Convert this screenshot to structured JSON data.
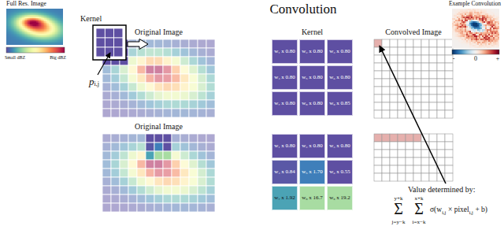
{
  "diagram": {
    "title": "Convolution",
    "nodes": [
      {
        "text": [
          "Original Image"
        ]
      },
      {
        "text": [
          "Kernel"
        ]
      },
      {
        "text": [
          "w₁ x 0.80"
        ],
        "in": 1
      },
      {
        "text": [
          "w₂ x 0.80"
        ],
        "in": 1
      },
      {
        "text": [
          "w₃ x 0.80"
        ],
        "in": 1
      },
      {
        "text": [
          "w₄ x 0.80"
        ],
        "in": 1
      },
      {
        "text": [
          "w₅ x 0.80"
        ],
        "in": 1
      },
      {
        "text": [
          "w₆ x 0.80"
        ],
        "in": 1
      },
      {
        "text": [
          "w₇ x 0.80"
        ],
        "in": 1
      },
      {
        "text": [
          "w₈ x 0.80"
        ],
        "in": 1
      },
      {
        "text": [
          "w₉ x 0.85"
        ],
        "in": 1
      },
      {
        "text": [
          "Convolved Image"
        ]
      },
      {
        "text": [
          "Original Image"
        ]
      },
      {
        "text": [
          "w₁ x 0.80"
        ]
      },
      {
        "text": [
          "w₂ x 0.80"
        ]
      },
      {
        "text": [
          "w₃ x 0.80"
        ]
      },
      {
        "text": [
          "w₄ x 0.84"
        ]
      },
      {
        "text": [
          "w₅ x 1.70"
        ]
      },
      {
        "text": [
          "w₆ x 0.55"
        ]
      },
      {
        "text": [
          "w₇ x 1.92"
        ]
      },
      {
        "text": [
          "w₈ x 16.7"
        ]
      },
      {
        "text": [
          "w₉ x 19.2"
        ]
      }
    ],
    "labels": [
      "Full Res. Image",
      "Small dBZ",
      "Big dBZ",
      "Kernel",
      "p",
      "i,j",
      "Example Convolution",
      "-",
      "0",
      "+",
      "Value determined by:",
      "y+k",
      "Σ",
      "j=y−k",
      "x+k",
      "Σ",
      "i=x−k",
      "σ(w",
      "i,j",
      "× pixel",
      "i,j",
      "+ b)"
    ]
  }
}
